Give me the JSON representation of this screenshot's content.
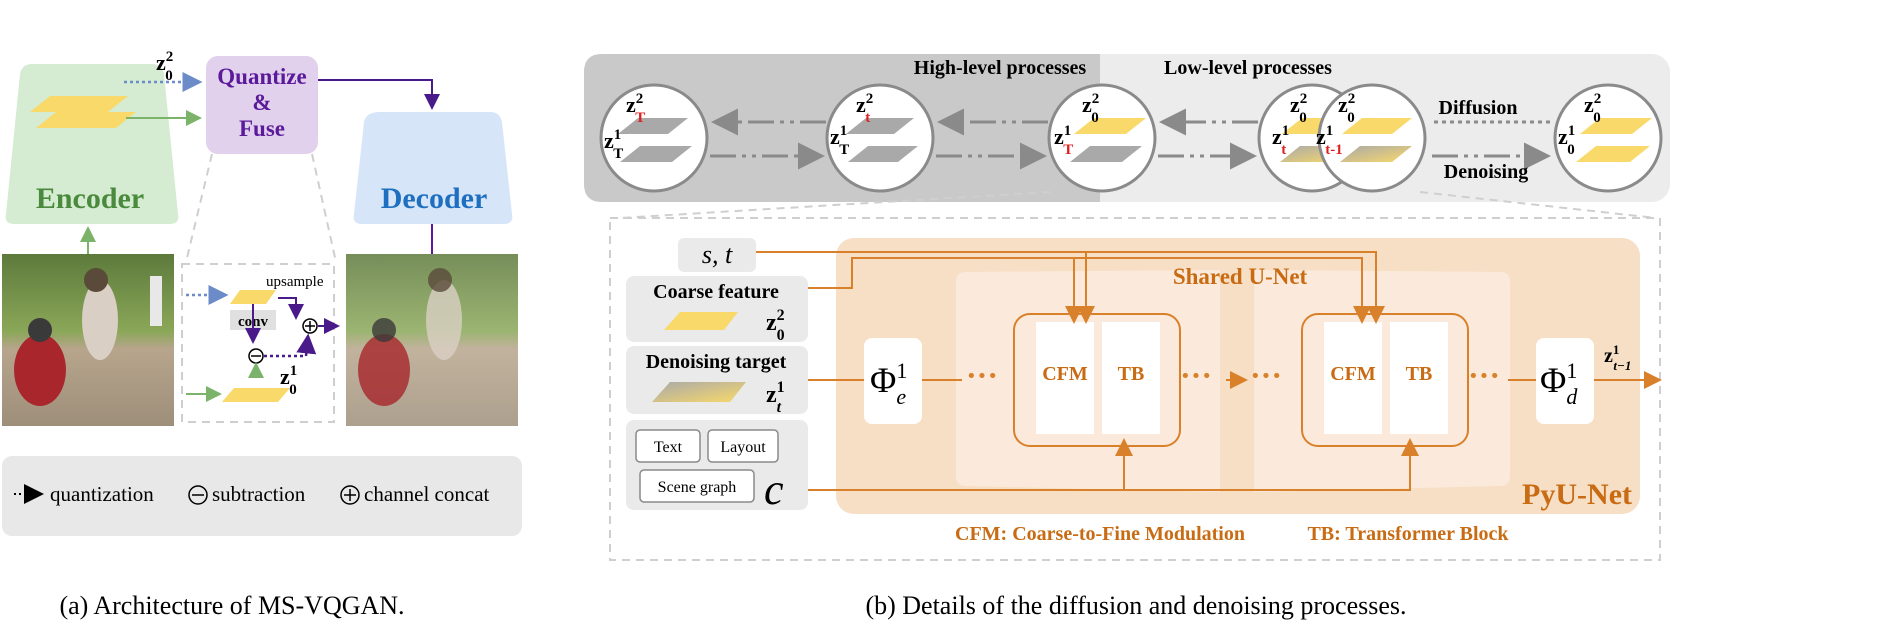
{
  "panel_a": {
    "latent_top_label_main": "z",
    "latent_top_label_sup": "2",
    "latent_top_label_sub": "0",
    "quantize_lines": [
      "Quantize",
      "&",
      "Fuse"
    ],
    "encoder": "Encoder",
    "decoder": "Decoder",
    "upsample": "upsample",
    "conv": "conv",
    "latent_bottom_label_main": "z",
    "latent_bottom_label_sup": "1",
    "latent_bottom_label_sub": "0",
    "legend_quantization": "quantization",
    "legend_subtraction": "subtraction",
    "legend_concat": "channel concat",
    "caption": "(a) Architecture of MS-VQGAN."
  },
  "panel_b": {
    "high_level": "High-level processes",
    "low_level": "Low-level processes",
    "diffusion": "Diffusion",
    "denoising": "Denoising",
    "circles": [
      {
        "top": "z",
        "top_sup": "2",
        "top_sub": "T",
        "bot": "z",
        "bot_sup": "1",
        "bot_sub": "T"
      },
      {
        "top": "z",
        "top_sup": "2",
        "top_sub": "t",
        "bot": "z",
        "bot_sup": "1",
        "bot_sub": "T"
      },
      {
        "top": "z",
        "top_sup": "2",
        "top_sub": "0",
        "bot": "z",
        "bot_sup": "1",
        "bot_sub": "T"
      },
      {
        "top": "z",
        "top_sup": "2",
        "top_sub": "0",
        "bot": "z",
        "bot_sup": "1",
        "bot_sub": "t"
      },
      {
        "top": "z",
        "top_sup": "2",
        "top_sub": "0",
        "bot": "z",
        "bot_sup": "1",
        "bot_sub": "t-1"
      },
      {
        "top": "z",
        "top_sup": "2",
        "top_sub": "0",
        "bot": "z",
        "bot_sup": "1",
        "bot_sub": "0"
      }
    ],
    "st": "s, t",
    "coarse_feature": "Coarse feature",
    "coarse_z": "z",
    "coarse_z_sup": "2",
    "coarse_z_sub": "0",
    "denoising_target": "Denoising target",
    "target_z": "z",
    "target_z_sup": "1",
    "target_z_sub": "t",
    "cond_text": "Text",
    "cond_layout": "Layout",
    "cond_scene": "Scene graph",
    "cond_c": "c",
    "shared_unet": "Shared U-Net",
    "pyunet": "PyU-Net",
    "phi_e": "Φ",
    "phi_e_sup": "1",
    "phi_e_sub": "e",
    "phi_d": "Φ",
    "phi_d_sup": "1",
    "phi_d_sub": "d",
    "cfm": "CFM",
    "tb": "TB",
    "dots": "···",
    "out_z": "z",
    "out_z_sup": "1",
    "out_z_sub": "t−1",
    "cfm_legend": "CFM: Coarse-to-Fine Modulation",
    "tb_legend": "TB: Transformer Block",
    "caption": "(b) Details of the diffusion and denoising processes."
  },
  "colors": {
    "encoder_fill": "#d5ecd3",
    "encoder_text": "#4a8a3c",
    "decoder_fill": "#d6e6f8",
    "decoder_text": "#1f6fc0",
    "quantize_fill": "#e2d1ec",
    "quantize_text": "#5a1a9a",
    "latent_yellow": "#f9d96a",
    "orange": "#d9802a",
    "orange_text": "#c86b12",
    "red_sub": "#e02020",
    "grey_band": "#c9c9c9"
  }
}
